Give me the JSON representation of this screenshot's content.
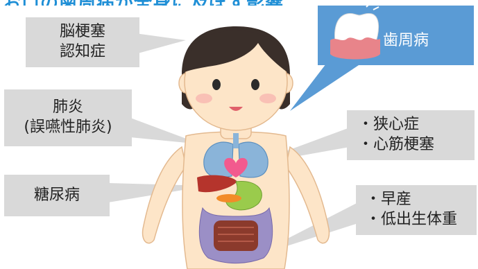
{
  "title": "お口の歯周病が全身に及ぼす影響",
  "periodontal": {
    "label": "歯周病",
    "icon": "tooth-with-gum-inflammation"
  },
  "callouts": {
    "brain": {
      "line1": "脳梗塞",
      "line2": "認知症"
    },
    "lungs": {
      "line1": "肺炎",
      "line2": "(誤嚥性肺炎)"
    },
    "diabetes": {
      "label": "糖尿病"
    },
    "heart": {
      "line1": "・狭心症",
      "line2": "・心筋梗塞"
    },
    "birth": {
      "line1": "・早産",
      "line2": "・低出生体重"
    }
  },
  "colors": {
    "title": "#1f8fd6",
    "callout_bg": "#d9d9d9",
    "periodontal_bg": "#5a9bd5",
    "skin": "#fde5c8",
    "hair": "#3a2f2a"
  }
}
